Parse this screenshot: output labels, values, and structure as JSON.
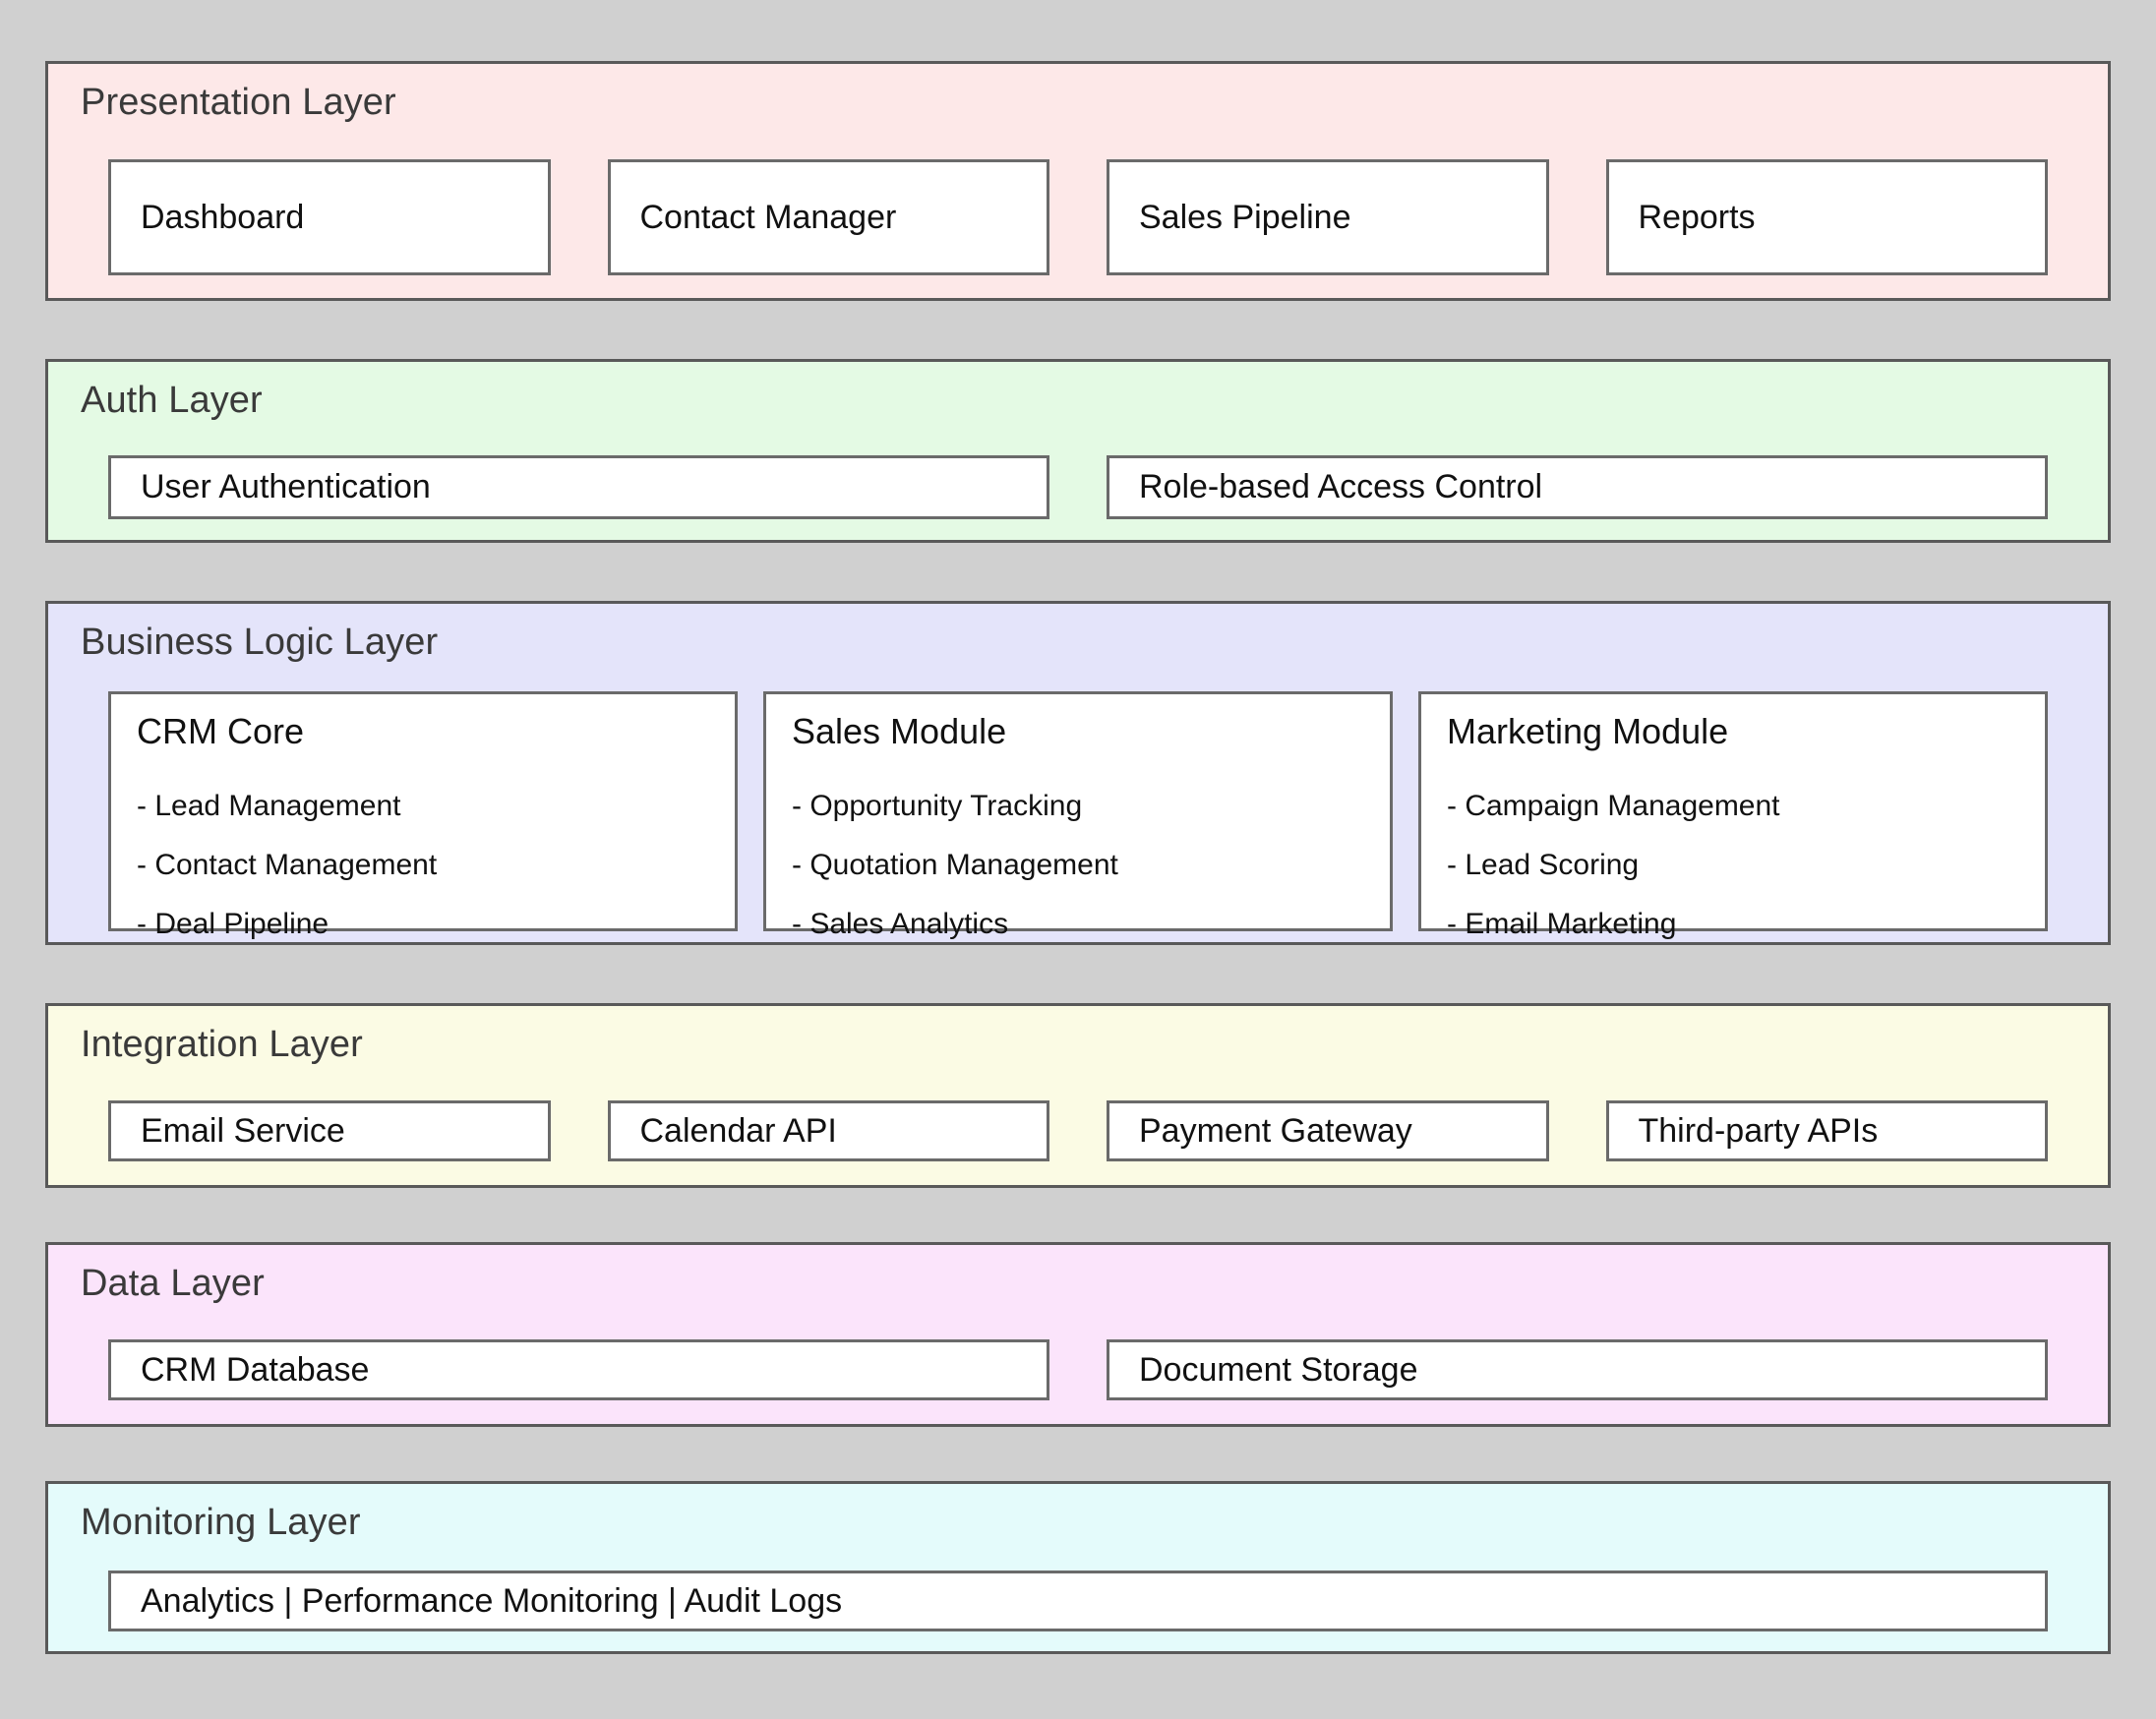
{
  "background_color": "#d0d0d0",
  "border_color": "#595959",
  "node_border_color": "#6a6a6a",
  "diagram": {
    "type": "layered-architecture",
    "layers": [
      {
        "id": "presentation",
        "title": "Presentation Layer",
        "fill": "#fde8e8",
        "nodes": [
          {
            "label": "Dashboard"
          },
          {
            "label": "Contact Manager"
          },
          {
            "label": "Sales Pipeline"
          },
          {
            "label": "Reports"
          }
        ]
      },
      {
        "id": "auth",
        "title": "Auth Layer",
        "fill": "#e4fae4",
        "nodes": [
          {
            "label": "User Authentication"
          },
          {
            "label": "Role-based Access Control"
          }
        ]
      },
      {
        "id": "business",
        "title": "Business Logic Layer",
        "fill": "#e4e4fa",
        "modules": [
          {
            "title": "CRM Core",
            "items": [
              "- Lead Management",
              "- Contact Management",
              "- Deal Pipeline"
            ]
          },
          {
            "title": "Sales Module",
            "items": [
              "- Opportunity Tracking",
              "- Quotation Management",
              "- Sales Analytics"
            ]
          },
          {
            "title": "Marketing Module",
            "items": [
              "- Campaign Management",
              "- Lead Scoring",
              "- Email Marketing"
            ]
          }
        ]
      },
      {
        "id": "integration",
        "title": "Integration Layer",
        "fill": "#fbfbe4",
        "nodes": [
          {
            "label": "Email Service"
          },
          {
            "label": "Calendar API"
          },
          {
            "label": "Payment Gateway"
          },
          {
            "label": "Third-party APIs"
          }
        ]
      },
      {
        "id": "data",
        "title": "Data Layer",
        "fill": "#fbe4fb",
        "nodes": [
          {
            "label": "CRM Database"
          },
          {
            "label": "Document Storage"
          }
        ]
      },
      {
        "id": "monitoring",
        "title": "Monitoring Layer",
        "fill": "#e4fbfb",
        "nodes": [
          {
            "label": "Analytics | Performance Monitoring | Audit Logs"
          }
        ]
      }
    ]
  }
}
